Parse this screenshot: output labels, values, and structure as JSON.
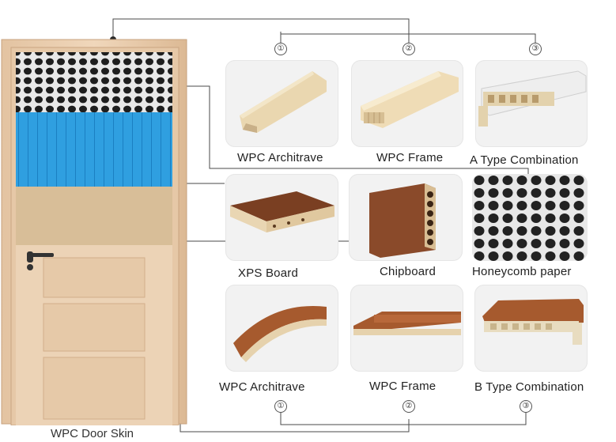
{
  "door": {
    "label": "WPC Door Skin"
  },
  "top_row": [
    {
      "number": "①",
      "caption": "WPC Architrave"
    },
    {
      "number": "②",
      "caption": "WPC Frame"
    },
    {
      "number": "③",
      "caption": "A Type Combination"
    }
  ],
  "middle_row": [
    {
      "caption": "XPS Board"
    },
    {
      "caption": "Chipboard"
    },
    {
      "caption": "Honeycomb paper"
    }
  ],
  "bottom_row": [
    {
      "number": "①",
      "caption": "WPC Architrave"
    },
    {
      "number": "②",
      "caption": "WPC Frame"
    },
    {
      "number": "③",
      "caption": "B Type Combination"
    }
  ],
  "colors": {
    "wood_light": "#e9cfb2",
    "wood_dark": "#8a4a2a",
    "xps_blue": "#2f9fe0",
    "chipboard_beige": "#d9bf9a",
    "line": "#4a4a4a"
  }
}
